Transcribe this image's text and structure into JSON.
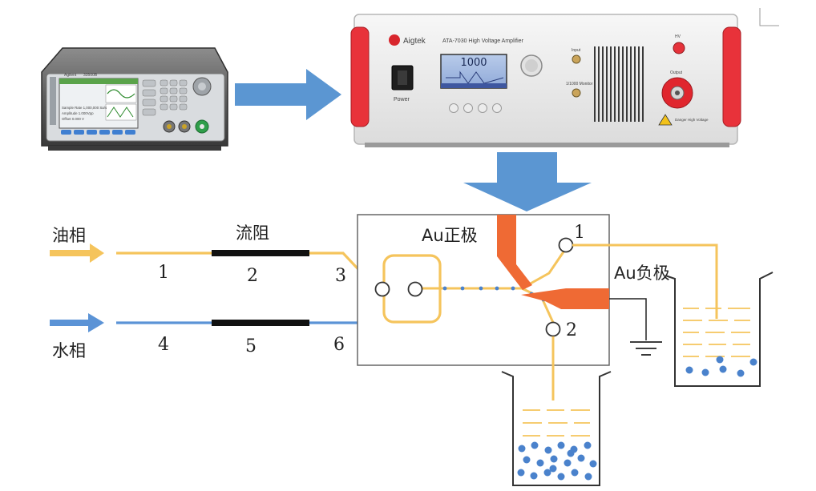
{
  "colors": {
    "oil": "#f5c45c",
    "water": "#5b93d6",
    "flow_arrow": "#5b96d2",
    "electrode": "#ef6a34",
    "resistor": "#111111",
    "droplet": "#4a82cc"
  },
  "generator": {
    "brand": "Agilent",
    "model": "33500B",
    "screen_lines": [
      "Sample Rate 1,000,000 Sa/s",
      "Amplitude 1.000Vpp",
      "Offset 0.000 V"
    ]
  },
  "amplifier": {
    "brand": "Aigtek",
    "model_line": "ATA-7030 High Voltage Amplifier",
    "display_value": "1000",
    "power_label": "Power",
    "input_label": "Input",
    "monitor_label": "1/1000 Monitor",
    "hv_label": "HV",
    "output_label": "Output",
    "warning_text": "Danger High Voltage"
  },
  "inlets": {
    "oil_label": "油相",
    "water_label": "水相"
  },
  "resistor_label": "流阻",
  "segments": [
    "1",
    "2",
    "3",
    "4",
    "5",
    "6"
  ],
  "chip": {
    "pos_electrode_label": "Au正极",
    "neg_electrode_label": "Au负极",
    "outlet1": "1",
    "outlet2": "2"
  }
}
